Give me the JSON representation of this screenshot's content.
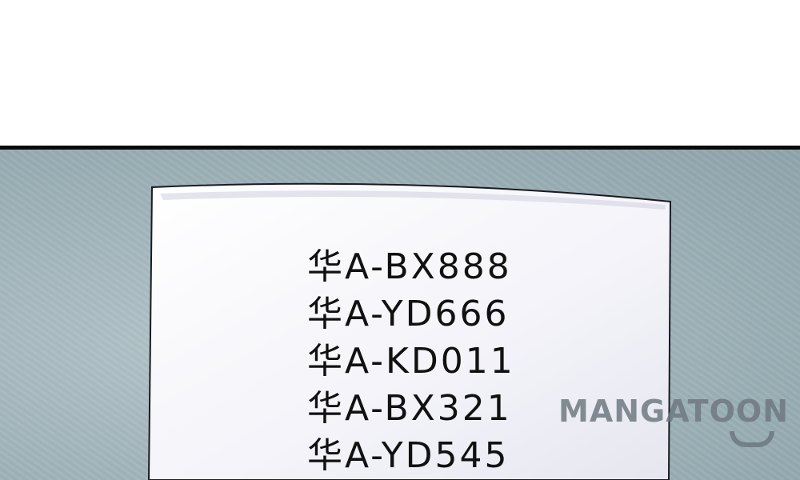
{
  "plates": [
    "华A-BX888",
    "华A-YD666",
    "华A-KD011",
    "华A-BX321",
    "华A-YD545"
  ],
  "watermark": "MANGATOON",
  "colors": {
    "background": "#9fb3b9",
    "paper": "#f4f4fa",
    "border": "#0a0a0a"
  }
}
